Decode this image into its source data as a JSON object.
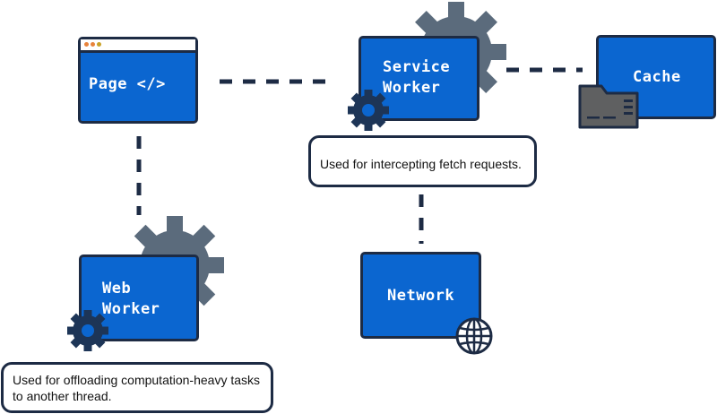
{
  "nodes": {
    "page": {
      "label": "Page </>"
    },
    "service_worker": {
      "label": "Service\nWorker"
    },
    "cache": {
      "label": "Cache"
    },
    "web_worker": {
      "label": "Web\nWorker"
    },
    "network": {
      "label": "Network"
    }
  },
  "notes": {
    "service_worker": "Used for intercepting fetch requests.",
    "web_worker": "Used for offloading computation-heavy tasks to another thread."
  },
  "icons": [
    "gear-icon",
    "folder-icon",
    "globe-icon",
    "browser-window-icon"
  ],
  "colors": {
    "box_fill": "#0b66d0",
    "outline": "#1d2b44",
    "gear_large": "#5b6b7c",
    "gear_small": "#1d3557",
    "folder": "#5f6061",
    "browser_dot_1": "#e8833a",
    "browser_dot_2": "#c9a227"
  }
}
